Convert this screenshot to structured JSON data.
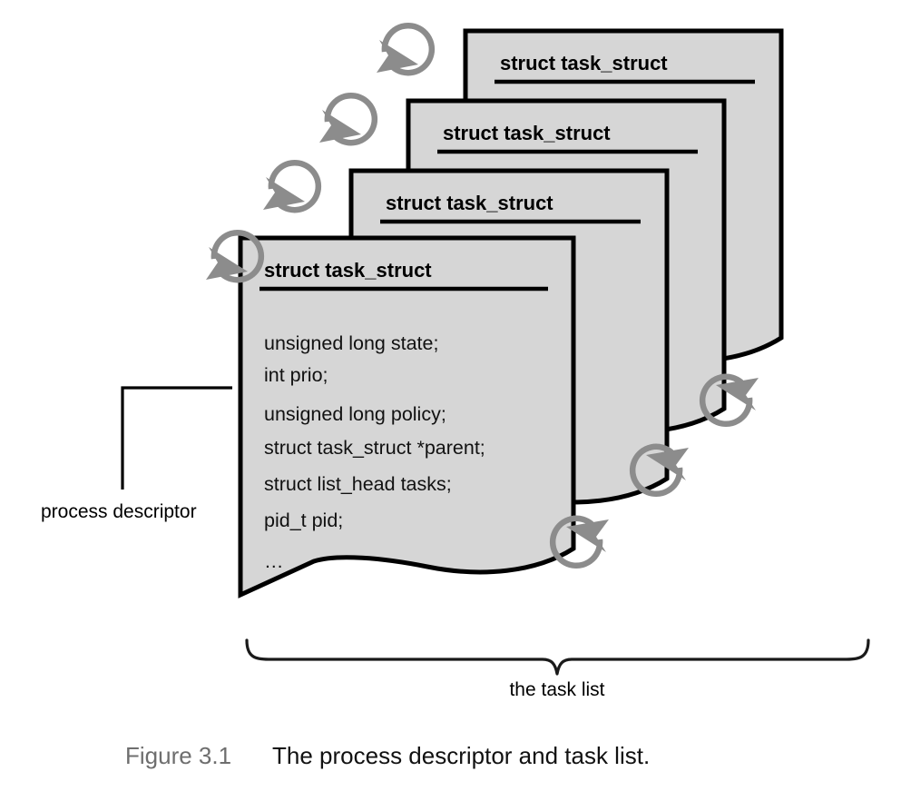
{
  "figure": {
    "caption_label": "Figure 3.1",
    "caption_text": "The process descriptor and task list.",
    "colors": {
      "card_fill": "#d6d6d6",
      "card_stroke": "#000000",
      "loop_arrow": "#8c8c8c",
      "caption_label": "#6e6e6e",
      "background": "#ffffff"
    }
  },
  "cards": [
    {
      "title": "struct task_struct"
    },
    {
      "title": "struct task_struct"
    },
    {
      "title": "struct task_struct"
    },
    {
      "title": "struct task_struct"
    }
  ],
  "front_card": {
    "title": "struct task_struct",
    "fields": [
      "unsigned long state;",
      "int prio;",
      "unsigned long policy;",
      "struct task_struct *parent;",
      "struct list_head tasks;",
      "pid_t pid;",
      "…"
    ]
  },
  "annotations": {
    "process_descriptor": "process descriptor",
    "task_list": "the task list"
  },
  "icons": {
    "loop_forward": "circular-arrow-forward-icon",
    "loop_backward": "circular-arrow-backward-icon"
  }
}
